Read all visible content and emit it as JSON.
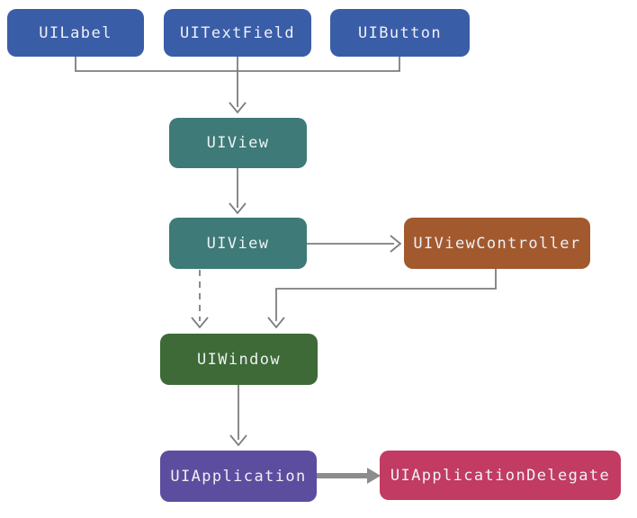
{
  "diagram": {
    "colors": {
      "background": "#ffffff",
      "blue": "#3a5da8",
      "teal": "#3d7a78",
      "brown": "#a2592e",
      "green": "#3d6a36",
      "purple": "#5d4d9e",
      "pink": "#c23b62",
      "line": "#7d7d7d",
      "thick_line": "#8c8c8c",
      "text": "#eef1f6"
    },
    "nodes": {
      "uilabel": {
        "label": "UILabel"
      },
      "uitextfield": {
        "label": "UITextField"
      },
      "uibutton": {
        "label": "UIButton"
      },
      "uiview_top": {
        "label": "UIView"
      },
      "uiview_mid": {
        "label": "UIView"
      },
      "uiviewcontroller": {
        "label": "UIViewController"
      },
      "uiwindow": {
        "label": "UIWindow"
      },
      "uiapplication": {
        "label": "UIApplication"
      },
      "uiapplicationdelegate": {
        "label": "UIApplicationDelegate"
      }
    },
    "edges": [
      {
        "from": "UILabel",
        "to": "UIView (top)",
        "style": "solid",
        "direction": "down"
      },
      {
        "from": "UITextField",
        "to": "UIView (top)",
        "style": "solid",
        "direction": "down"
      },
      {
        "from": "UIButton",
        "to": "UIView (top)",
        "style": "solid",
        "direction": "down"
      },
      {
        "from": "UIView (top)",
        "to": "UIView (middle)",
        "style": "solid",
        "direction": "down"
      },
      {
        "from": "UIView (middle)",
        "to": "UIViewController",
        "style": "solid",
        "direction": "right"
      },
      {
        "from": "UIView (middle)",
        "to": "UIWindow",
        "style": "dashed",
        "direction": "down"
      },
      {
        "from": "UIViewController",
        "to": "UIWindow",
        "style": "solid",
        "direction": "down"
      },
      {
        "from": "UIWindow",
        "to": "UIApplication",
        "style": "solid",
        "direction": "down"
      },
      {
        "from": "UIApplication",
        "to": "UIApplicationDelegate",
        "style": "thick",
        "direction": "right"
      }
    ]
  }
}
